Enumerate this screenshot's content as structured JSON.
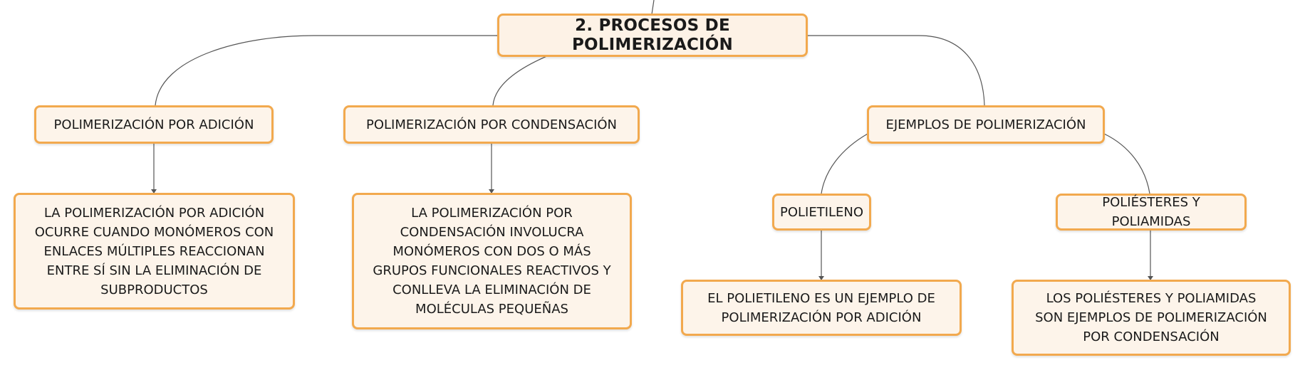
{
  "diagram": {
    "root": {
      "label": "2. PROCESOS DE POLIMERIZACIÓN"
    },
    "branches": [
      {
        "label": "POLIMERIZACIÓN POR ADICIÓN",
        "description": "LA POLIMERIZACIÓN POR ADICIÓN OCURRE CUANDO MONÓMEROS CON ENLACES MÚLTIPLES REACCIONAN ENTRE SÍ SIN LA ELIMINACIÓN DE SUBPRODUCTOS"
      },
      {
        "label": "POLIMERIZACIÓN POR CONDENSACIÓN",
        "description": "LA POLIMERIZACIÓN POR CONDENSACIÓN INVOLUCRA MONÓMEROS CON DOS O MÁS GRUPOS FUNCIONALES REACTIVOS Y CONLLEVA LA ELIMINACIÓN DE MOLÉCULAS PEQUEÑAS"
      },
      {
        "label": "EJEMPLOS DE POLIMERIZACIÓN",
        "children": [
          {
            "label": "POLIETILENO",
            "description": "EL POLIETILENO ES UN EJEMPLO DE POLIMERIZACIÓN POR ADICIÓN"
          },
          {
            "label": "POLIÉSTERES Y POLIAMIDAS",
            "description": "LOS POLIÉSTERES Y POLIAMIDAS SON EJEMPLOS DE POLIMERIZACIÓN POR CONDENSACIÓN"
          }
        ]
      }
    ]
  },
  "colors": {
    "node_border": "#f2a94e",
    "node_fill": "#fdf4ea",
    "connector": "#555555"
  }
}
